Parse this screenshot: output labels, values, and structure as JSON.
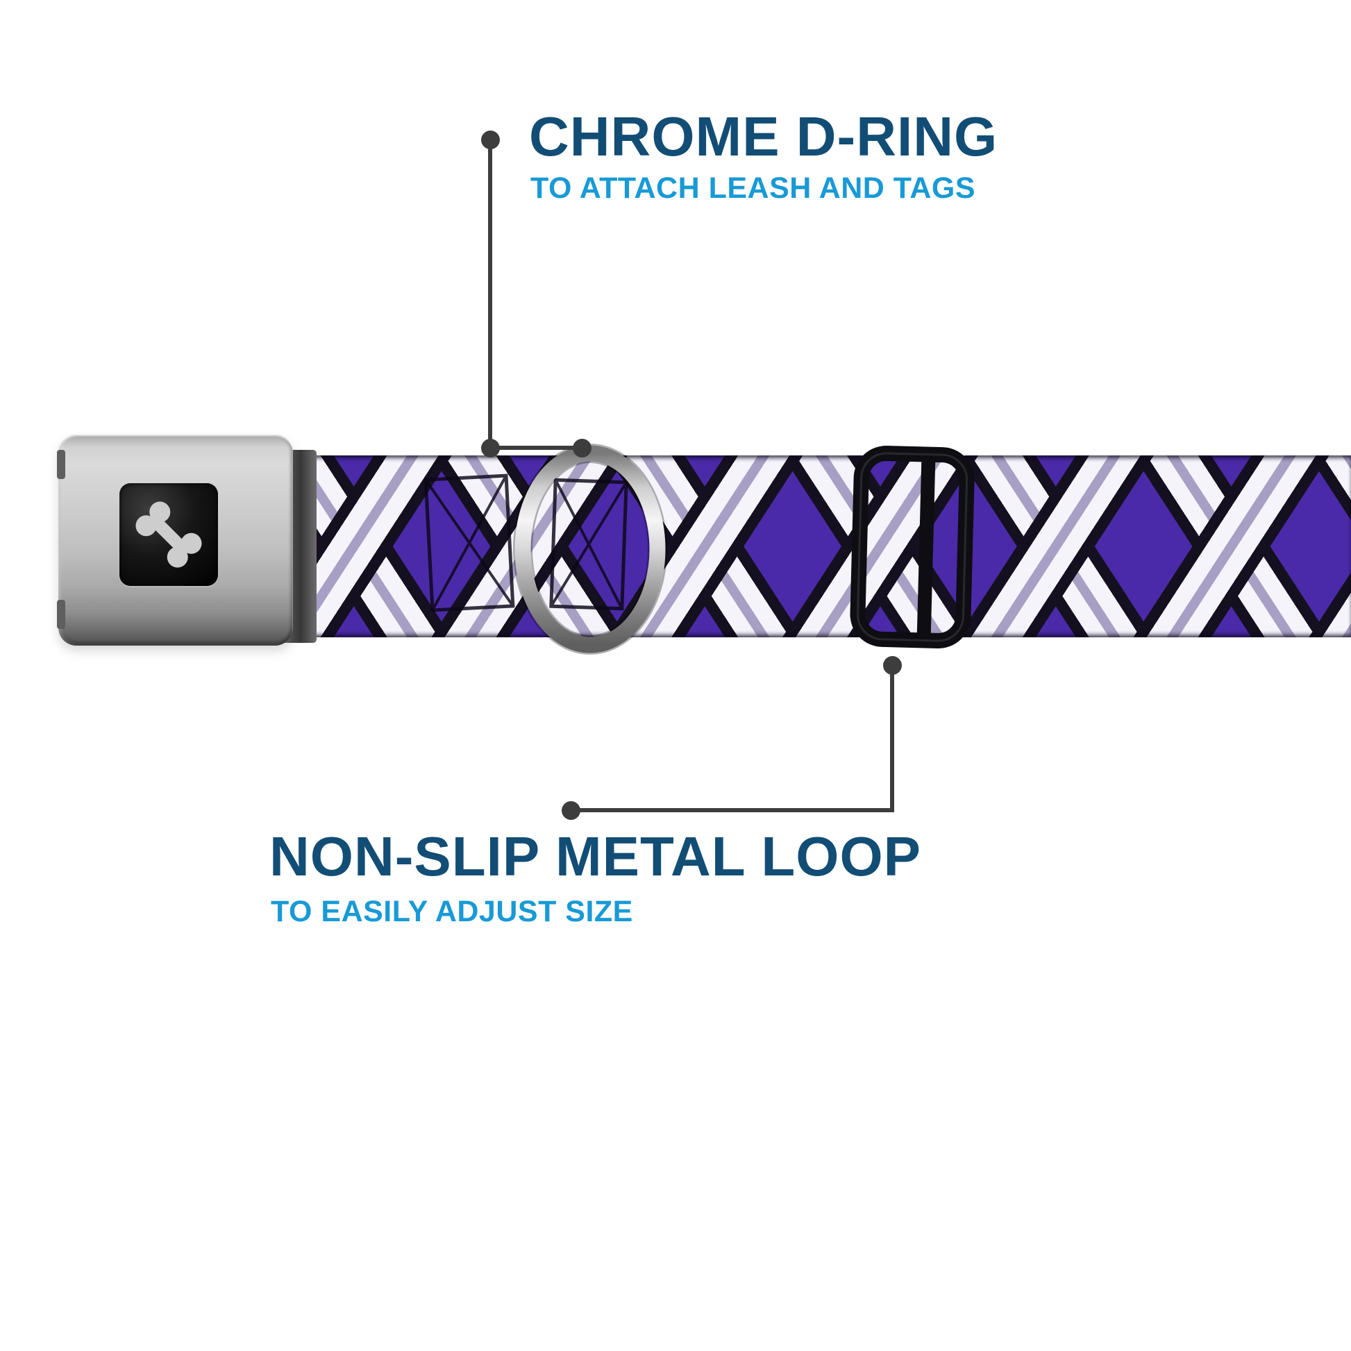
{
  "callouts": {
    "top": {
      "title": "CHROME D-RING",
      "subtitle": "TO ATTACH LEASH AND TAGS"
    },
    "bottom": {
      "title": "NON-SLIP METAL LOOP",
      "subtitle": "TO EASILY ADJUST SIZE"
    }
  },
  "colors": {
    "title_navy": "#124d75",
    "subtitle_blue": "#189ad6",
    "callout_line_gray": "#3d3d3d",
    "webbing_purple": "#4a2aa8",
    "plaid_white": "#f5f4fb",
    "plaid_black": "#15101f",
    "plaid_lavender": "#a89fc4",
    "buckle_silver": "#c9c9c9",
    "buckle_plate_black": "#0a0a0a",
    "bone_silver": "#cdcdcd",
    "slider_black": "#0d0d12"
  },
  "product": {
    "buckle_logo_icon": "dog-bone-icon",
    "parts": [
      "seatbelt-buckle",
      "plaid-webbing",
      "chrome-d-ring",
      "metal-slider"
    ]
  }
}
